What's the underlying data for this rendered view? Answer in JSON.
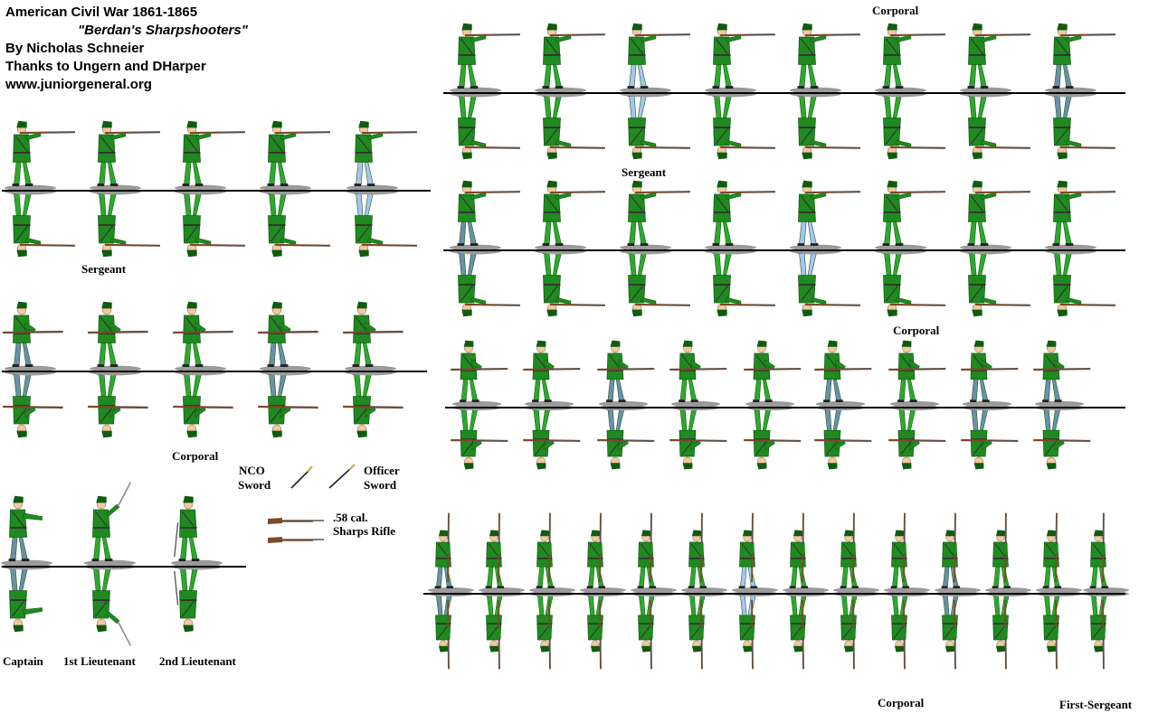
{
  "header": {
    "line1": "American Civil War 1861-1865",
    "line2": "\"Berdan's Sharpshooters\"",
    "line3": "By Nicholas Schneier",
    "line4": "Thanks to Ungern and DHarper",
    "line5": "www.juniorgeneral.org"
  },
  "labels": {
    "corporal_top": "Corporal",
    "sergeant_right": "Sergeant",
    "sergeant_left": "Sergeant",
    "corporal_mid": "Corporal",
    "corporal_left": "Corporal",
    "nco": "NCO",
    "nco_sword": "Sword",
    "officer": "Officer",
    "officer_sword": "Sword",
    "rifle_cal": ".58 cal.",
    "rifle_name": "Sharps Rifle",
    "captain": "Captain",
    "first_lt": "1st Lieutenant",
    "second_lt": "2nd Lieutenant",
    "corporal_bottom": "Corporal",
    "first_sergeant": "First-Sergeant"
  },
  "colors": {
    "coat": "#1f8a1f",
    "coat_dark": "#0f5c0f",
    "trouser_green": "#2ea82e",
    "trouser_blue": "#a8c4f0",
    "trouser_gray": "#6b8fa8",
    "rifle": "#7a4a2a",
    "line": "#000000"
  }
}
